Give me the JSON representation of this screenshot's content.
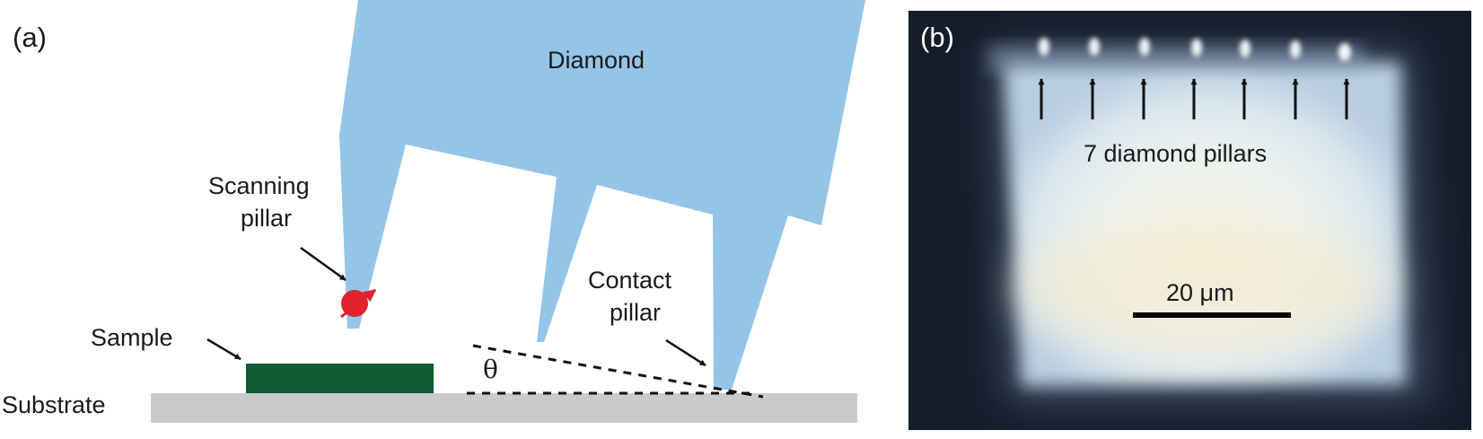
{
  "panel_a": {
    "label": "(a)",
    "diamond_label": "Diamond",
    "scanning_pillar_line1": "Scanning",
    "scanning_pillar_line2": "pillar",
    "contact_pillar_line1": "Contact",
    "contact_pillar_line2": "pillar",
    "sample_label": "Sample",
    "substrate_label": "Substrate",
    "angle_symbol": "θ"
  },
  "panel_b": {
    "label": "(b)",
    "pillars_caption": "7 diamond pillars",
    "pillar_count": 7,
    "scale_bar_label": "20 μm"
  },
  "colors": {
    "diamond": "#94c5e8",
    "sample": "#0f5d32",
    "substrate": "#c9cacb",
    "spin": "#e3222b",
    "micrograph_background": "#151d2b",
    "micrograph_glow": "#e9f0ea"
  }
}
